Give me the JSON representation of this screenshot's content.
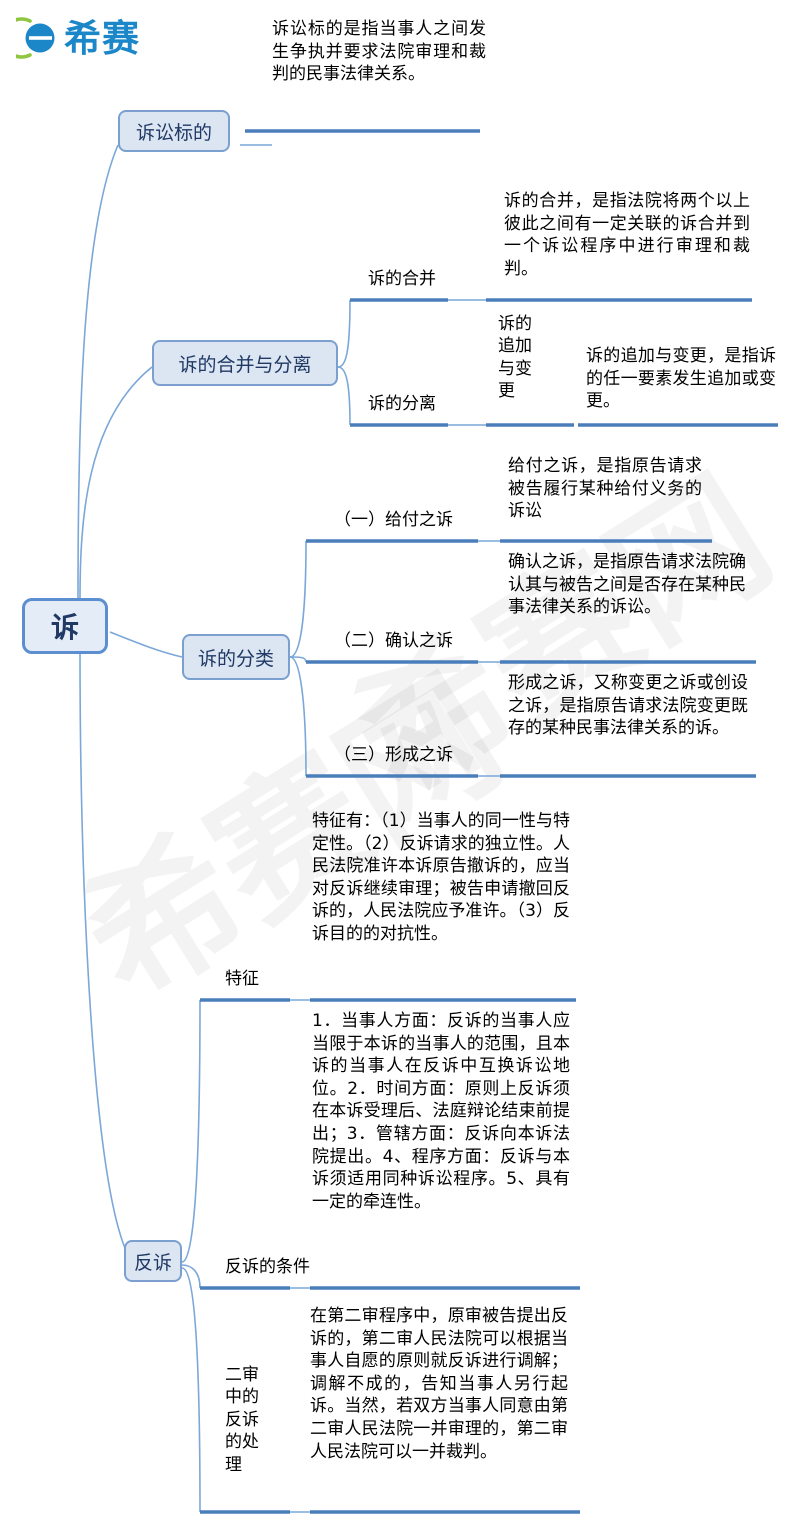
{
  "logo": {
    "brand": "希赛",
    "mark_icon": "circle-dash-logo-icon",
    "mark_blue": "#1b86c8",
    "mark_green": "#8dc63f"
  },
  "theme": {
    "node_fill": "#dce6f2",
    "node_border": "#7ba0d0",
    "node_text": "#1f3864",
    "branch_thick": "#4a7ebb",
    "branch_thin": "#7ba7d9",
    "body_text": "#000000",
    "watermark_text": "希赛网"
  },
  "root": {
    "label": "诉"
  },
  "branches": [
    {
      "id": "susong-biaode",
      "label": "诉讼标的",
      "detail": "诉讼标的是指当事人之间发生争执并要求法院审理和裁判的民事法律关系。"
    },
    {
      "id": "hebing-fenli",
      "label": "诉的合并与分离",
      "children": [
        {
          "label": "诉的合并",
          "detail": "诉的合并，是指法院将两个以上彼此之间有一定关联的诉合并到一个诉讼程序中进行审理和裁判。"
        },
        {
          "label": "诉的分离",
          "mid_label": "诉的追加与变更",
          "detail": "诉的追加与变更，是指诉的任一要素发生追加或变更。"
        }
      ]
    },
    {
      "id": "su-fenlei",
      "label": "诉的分类",
      "children": [
        {
          "label": "（一）给付之诉",
          "detail": "给付之诉，是指原告请求被告履行某种给付义务的诉讼"
        },
        {
          "label": "（二）确认之诉",
          "detail": "确认之诉，是指原告请求法院确认其与被告之间是否存在某种民事法律关系的诉讼。"
        },
        {
          "label": "（三）形成之诉",
          "detail": "形成之诉，又称变更之诉或创设之诉，是指原告请求法院变更既存的某种民事法律关系的诉。"
        }
      ]
    },
    {
      "id": "fansu",
      "label": "反诉",
      "children": [
        {
          "label": "特征",
          "detail": "特征有：（1）当事人的同一性与特定性。（2）反诉请求的独立性。人民法院准许本诉原告撤诉的，应当对反诉继续审理；被告申请撤回反诉的，人民法院应予准许。（3）反诉目的的对抗性。"
        },
        {
          "label": "反诉的条件",
          "detail": "1．当事人方面：反诉的当事人应当限于本诉的当事人的范围，且本诉的当事人在反诉中互换诉讼地位。2．时间方面：原则上反诉须在本诉受理后、法庭辩论结束前提出；3．管辖方面：反诉向本诉法院提出。4、程序方面：反诉与本诉须适用同种诉讼程序。5、具有一定的牵连性。"
        },
        {
          "label": "二审中的反诉的处理",
          "detail": "在第二审程序中，原审被告提出反诉的，第二审人民法院可以根据当事人自愿的原则就反诉进行调解；调解不成的，告知当事人另行起诉。当然，若双方当事人同意由第二审人民法院一并审理的，第二审人民法院可以一并裁判。"
        }
      ]
    }
  ]
}
